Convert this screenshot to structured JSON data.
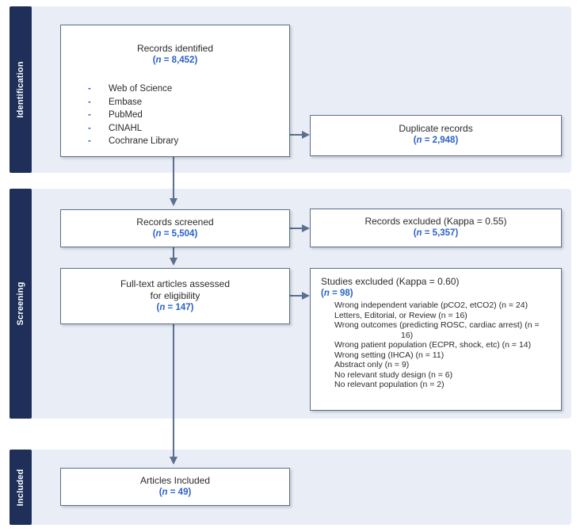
{
  "phases": [
    {
      "label": "Identification"
    },
    {
      "label": "Screening"
    },
    {
      "label": "Included"
    }
  ],
  "identified": {
    "title": "Records identified",
    "count": "8,452",
    "sources": [
      "Web of Science",
      "Embase",
      "PubMed",
      "CINAHL",
      "Cochrane Library"
    ]
  },
  "duplicates": {
    "title": "Duplicate records",
    "count": "2,948"
  },
  "screened": {
    "title": "Records screened",
    "count": "5,504"
  },
  "screen_excluded": {
    "title": "Records excluded (Kappa = 0.55)",
    "count": "5,357"
  },
  "fulltext": {
    "title_line1": "Full-text articles assessed",
    "title_line2": "for eligibility",
    "count": "147"
  },
  "studies_excluded": {
    "title": "Studies excluded (Kappa = 0.60)",
    "count": "98",
    "reasons": [
      "Wrong independent variable (pCO2, etCO2) (n = 24)",
      "Letters, Editorial, or Review (n = 16)",
      "Wrong outcomes (predicting ROSC, cardiac arrest) (n =",
      "16)",
      "Wrong patient population (ECPR, shock, etc) (n = 14)",
      "Wrong setting (IHCA) (n = 11)",
      "Abstract only (n = 9)",
      "No relevant study design (n = 6)",
      "No relevant population (n = 2)"
    ]
  },
  "included": {
    "title": "Articles Included",
    "count": "49"
  },
  "n_label": "n",
  "colors": {
    "band": "#e9eef6",
    "tab": "#1f2f5a",
    "border": "#5b6f8e",
    "accent": "#2a62c9"
  }
}
